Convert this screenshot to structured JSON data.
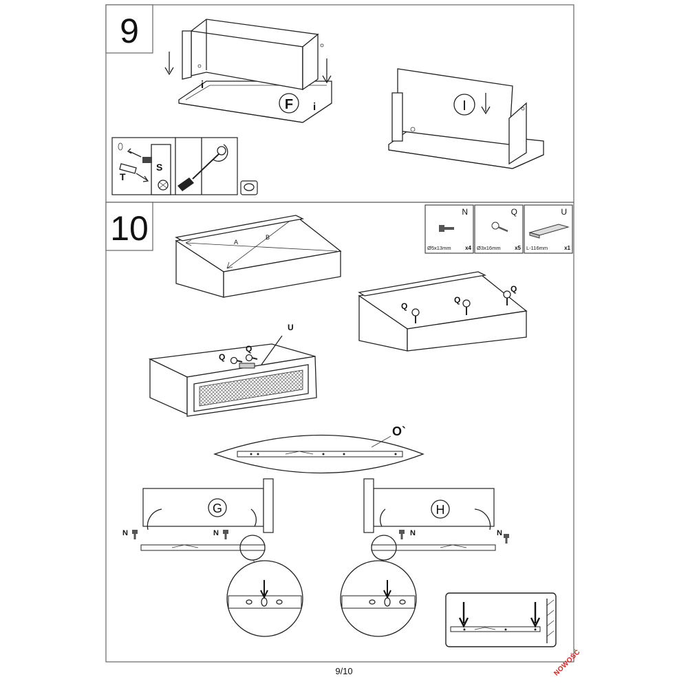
{
  "step9": {
    "number": "9",
    "labels": {
      "F": "F",
      "I": "I",
      "i_left": "i",
      "i_right": "i",
      "S": "S",
      "T": "T"
    }
  },
  "step10": {
    "number": "10",
    "diagonals": {
      "A": "A",
      "B": "B"
    },
    "parts": [
      {
        "letter": "N",
        "spec": "Ø5x13mm",
        "qty": "x4"
      },
      {
        "letter": "Q",
        "spec": "Ø3x16mm",
        "qty": "x5"
      },
      {
        "letter": "U",
        "spec": "L-116mm",
        "qty": "x1"
      }
    ],
    "labels": {
      "Q1": "Q",
      "Q2": "Q",
      "Q3": "Q",
      "Q4": "Q",
      "Q5": "Q",
      "U": "U",
      "O": "O`",
      "G": "G",
      "H": "H",
      "N1": "N",
      "N2": "N",
      "N3": "N",
      "N4": "N"
    }
  },
  "footer": {
    "page": "9/10",
    "stamp": "NOWOŚĆ"
  }
}
